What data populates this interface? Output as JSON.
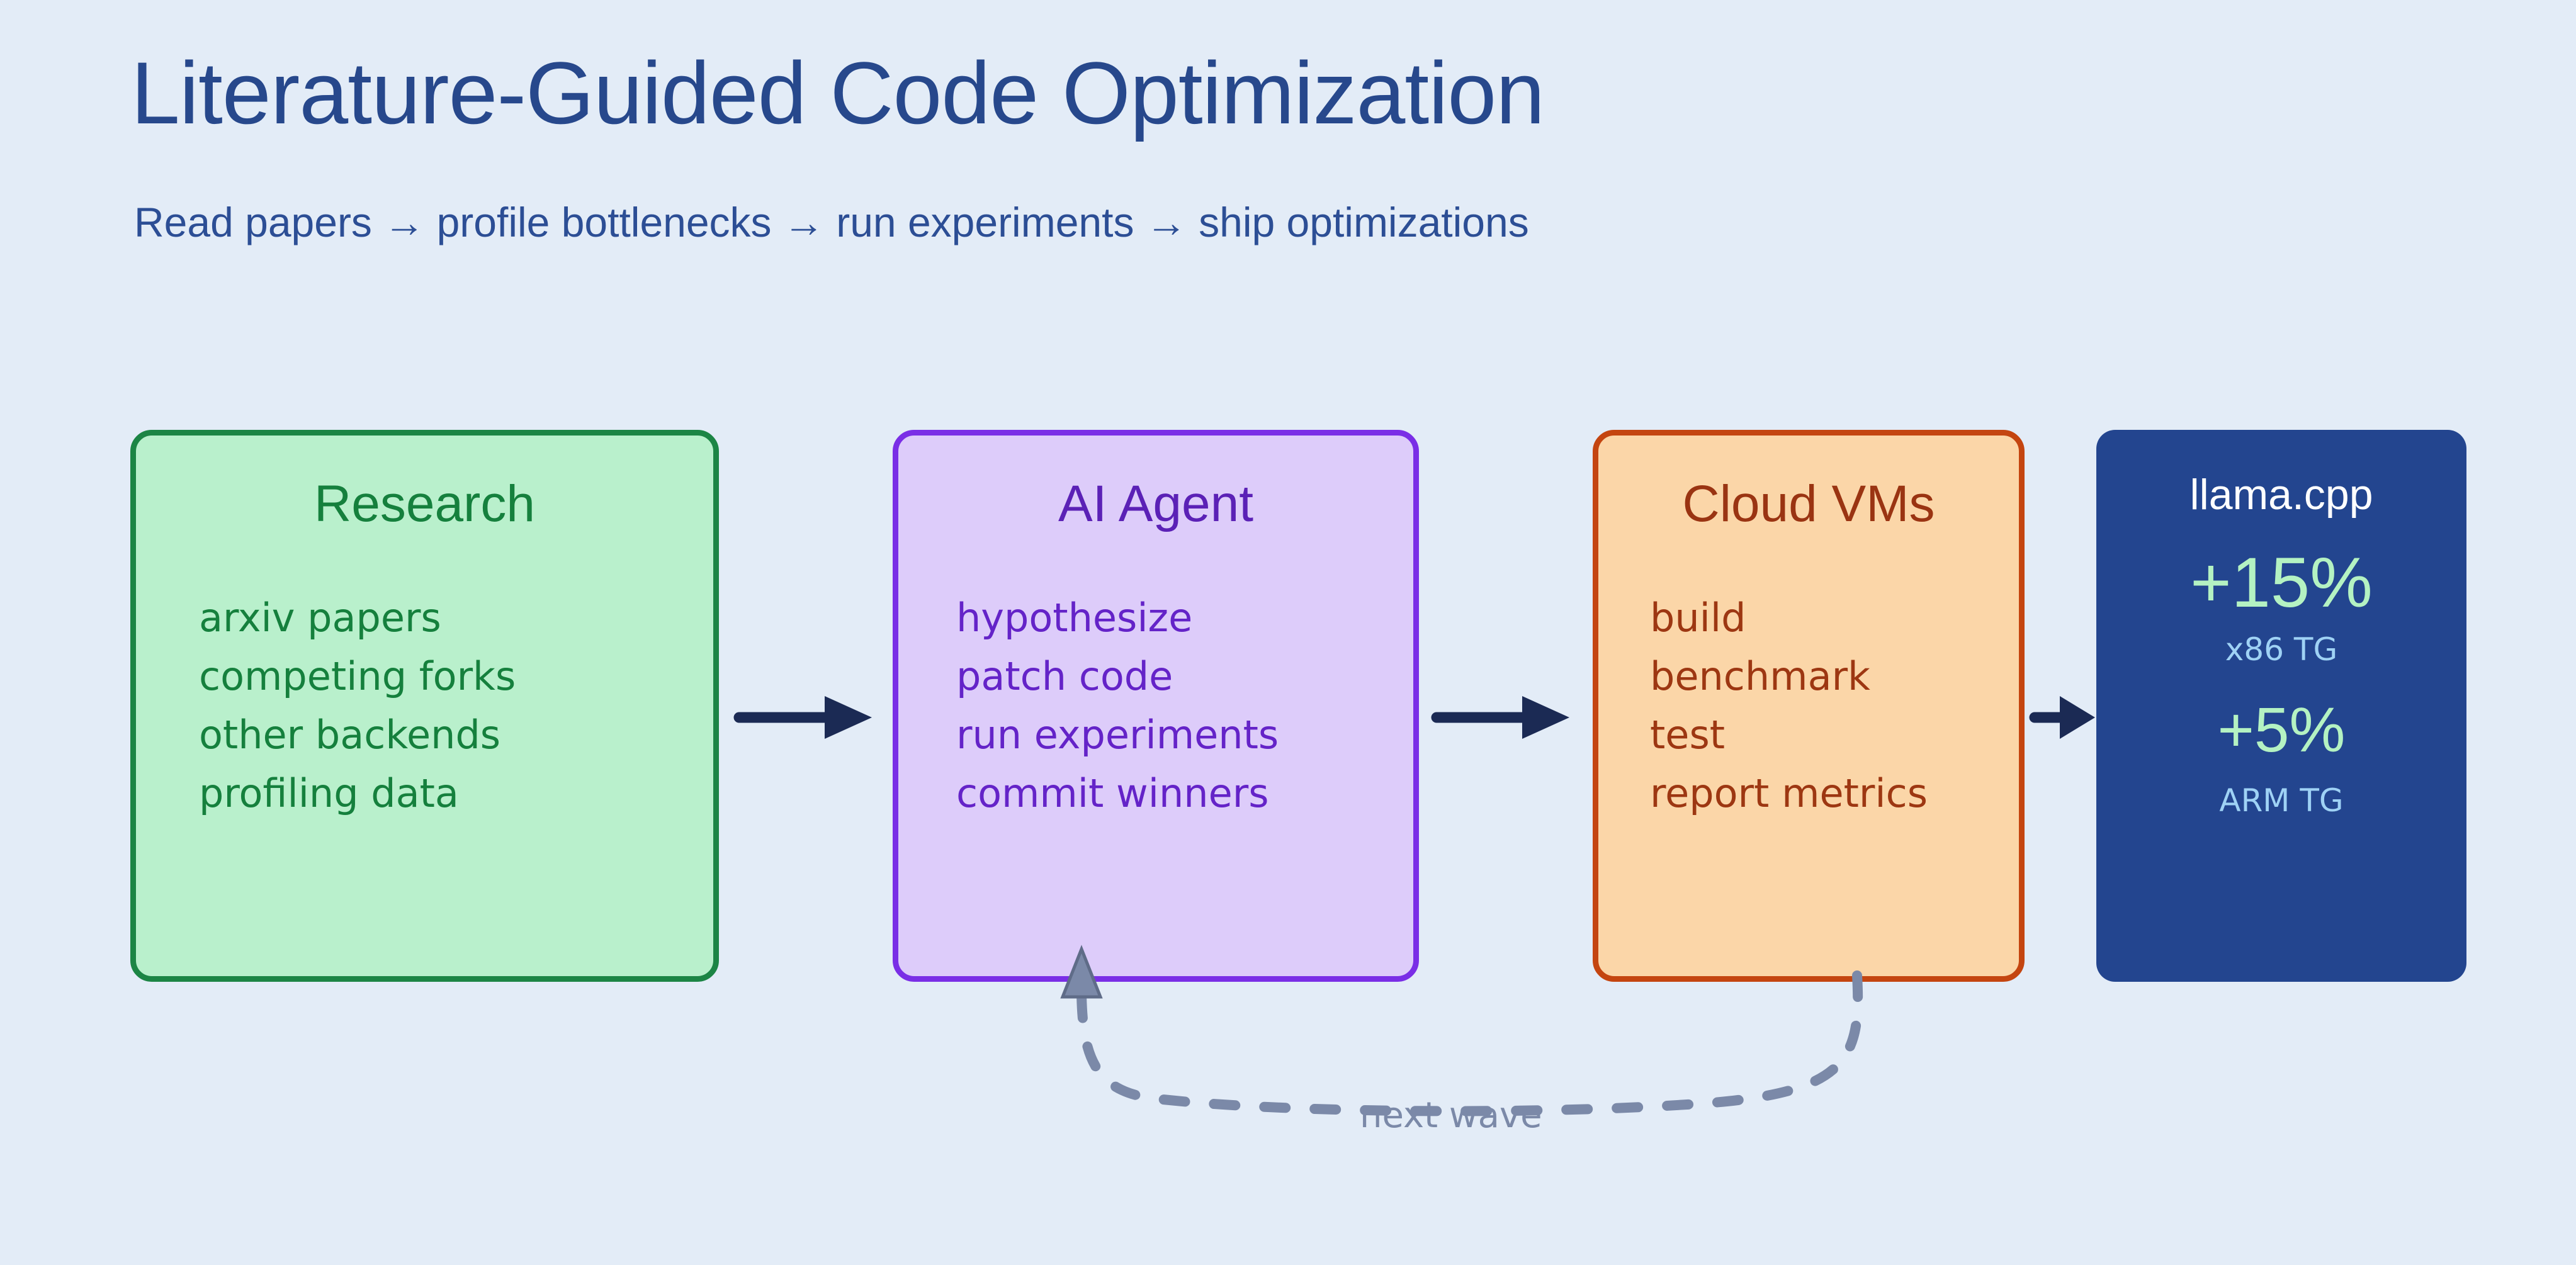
{
  "header": {
    "title": "Literature-Guided Code Optimization",
    "subtitle": "Read papers → profile bottlenecks → run experiments → ship optimizations",
    "title_color": "#27488c",
    "subtitle_color": "#2c4e95"
  },
  "canvas": {
    "background": "#e3ecf7"
  },
  "nodes": [
    {
      "id": "research",
      "title": "Research",
      "items": [
        "arxiv papers",
        "competing forks",
        "other backends",
        "profiling data"
      ],
      "fill": "#b9f0cc",
      "stroke": "#1c8545",
      "text_color": "#15803d"
    },
    {
      "id": "agent",
      "title": "AI Agent",
      "items": [
        "hypothesize",
        "patch code",
        "run experiments",
        "commit winners"
      ],
      "fill": "#ddccfa",
      "stroke": "#7a2ee6",
      "text_color": "#6423c8"
    },
    {
      "id": "cloud",
      "title": "Cloud VMs",
      "items": [
        "build",
        "benchmark",
        "test",
        "report metrics"
      ],
      "fill": "#fbd6a8",
      "stroke": "#c44510",
      "text_color": "#9d3712"
    }
  ],
  "result": {
    "title": "llama.cpp",
    "fill": "#23458f",
    "metrics": [
      {
        "value": "+15%",
        "label": "x86 TG"
      },
      {
        "value": "+5%",
        "label": "ARM TG"
      }
    ],
    "value_color": "#b4f2c2",
    "label_color": "#9fd2f5",
    "title_color": "#ffffff"
  },
  "arrows": {
    "color": "#1b2a54",
    "flow": [
      "research-to-agent",
      "agent-to-cloud",
      "cloud-to-result"
    ]
  },
  "feedback": {
    "label": "next wave",
    "color": "#7b89a8",
    "style": "dashed",
    "from": "cloud",
    "to": "agent"
  }
}
